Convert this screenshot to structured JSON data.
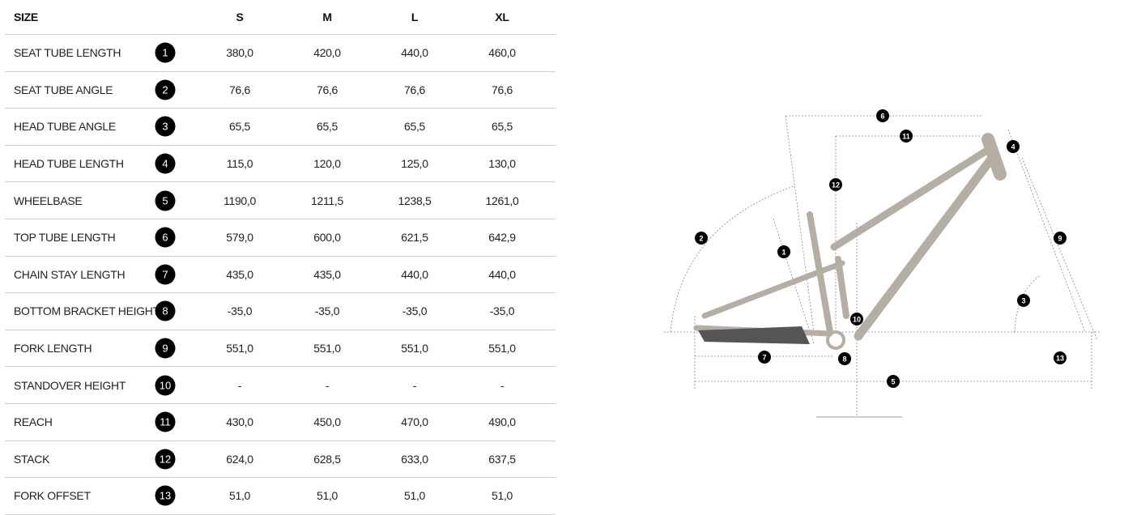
{
  "table": {
    "header": {
      "label": "SIZE",
      "sizes": [
        "S",
        "M",
        "L",
        "XL"
      ]
    },
    "rows": [
      {
        "label": "SEAT TUBE LENGTH",
        "num": "1",
        "values": [
          "380,0",
          "420,0",
          "440,0",
          "460,0"
        ]
      },
      {
        "label": "SEAT TUBE ANGLE",
        "num": "2",
        "values": [
          "76,6",
          "76,6",
          "76,6",
          "76,6"
        ]
      },
      {
        "label": "HEAD TUBE ANGLE",
        "num": "3",
        "values": [
          "65,5",
          "65,5",
          "65,5",
          "65,5"
        ]
      },
      {
        "label": "HEAD TUBE LENGTH",
        "num": "4",
        "values": [
          "115,0",
          "120,0",
          "125,0",
          "130,0"
        ]
      },
      {
        "label": "WHEELBASE",
        "num": "5",
        "values": [
          "1190,0",
          "1211,5",
          "1238,5",
          "1261,0"
        ]
      },
      {
        "label": "TOP TUBE LENGTH",
        "num": "6",
        "values": [
          "579,0",
          "600,0",
          "621,5",
          "642,9"
        ]
      },
      {
        "label": "CHAIN STAY LENGTH",
        "num": "7",
        "values": [
          "435,0",
          "435,0",
          "440,0",
          "440,0"
        ]
      },
      {
        "label": "BOTTOM BRACKET HEIGHT",
        "num": "8",
        "values": [
          "-35,0",
          "-35,0",
          "-35,0",
          "-35,0"
        ]
      },
      {
        "label": "FORK LENGTH",
        "num": "9",
        "values": [
          "551,0",
          "551,0",
          "551,0",
          "551,0"
        ]
      },
      {
        "label": "STANDOVER HEIGHT",
        "num": "10",
        "values": [
          "-",
          "-",
          "-",
          "-"
        ]
      },
      {
        "label": "REACH",
        "num": "11",
        "values": [
          "430,0",
          "450,0",
          "470,0",
          "490,0"
        ]
      },
      {
        "label": "STACK",
        "num": "12",
        "values": [
          "624,0",
          "628,5",
          "633,0",
          "637,5"
        ]
      },
      {
        "label": "FORK OFFSET",
        "num": "13",
        "values": [
          "51,0",
          "51,0",
          "51,0",
          "51,0"
        ]
      }
    ]
  },
  "diagram": {
    "frame_color": "#b5aea4",
    "markers": [
      "1",
      "2",
      "3",
      "4",
      "5",
      "6",
      "7",
      "8",
      "9",
      "10",
      "11",
      "12",
      "13"
    ]
  }
}
